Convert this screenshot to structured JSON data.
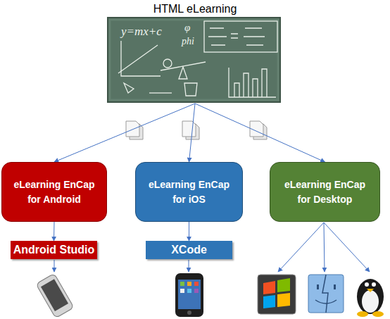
{
  "diagram": {
    "nodes": [
      {
        "text": [
          "HTML eLearning"
        ]
      },
      {
        "text": [
          "eLearning EnCap for Android"
        ]
      },
      {
        "text": [
          "eLearning EnCap for iOS"
        ]
      },
      {
        "text": [
          "eLearning EnCap for Desktop"
        ]
      },
      {
        "text": [
          "Android Studio"
        ]
      },
      {
        "text": [
          "XCode"
        ]
      }
    ],
    "edges": [
      {
        "from": 0,
        "to": 1,
        "arrow": "to"
      },
      {
        "from": 0,
        "to": 2,
        "arrow": "to"
      },
      {
        "from": 0,
        "to": 3,
        "arrow": "to"
      },
      {
        "from": 1,
        "to": 4,
        "arrow": "to"
      },
      {
        "from": 2,
        "to": 5,
        "arrow": "to"
      }
    ],
    "labels": [
      "y=mx+c",
      "φ",
      "phi"
    ]
  }
}
